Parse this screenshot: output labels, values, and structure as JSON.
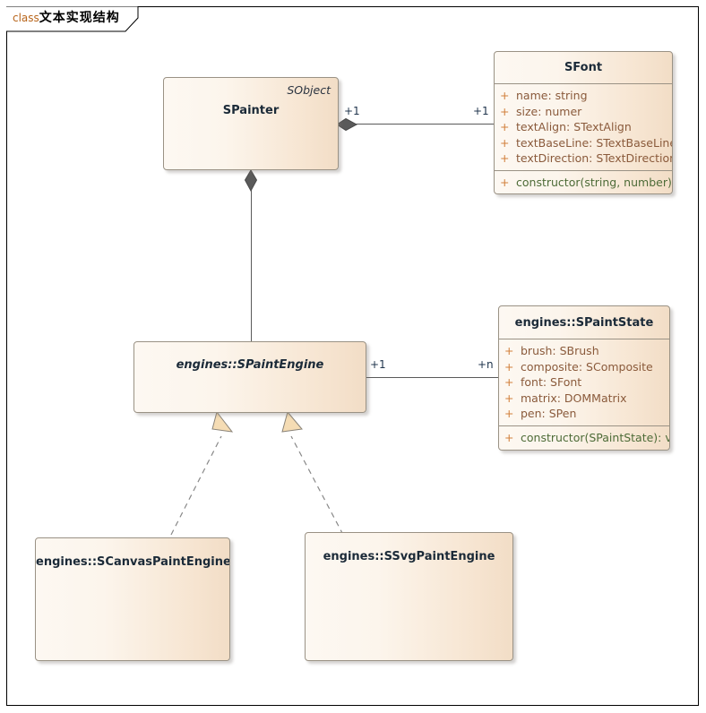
{
  "diagram": {
    "frame_label_keyword": "class",
    "frame_label_title": "文本实现结构"
  },
  "classes": {
    "spainter": {
      "name": "SPainter",
      "stereotype": "SObject",
      "attributes": [],
      "operations": []
    },
    "sfont": {
      "name": "SFont",
      "attributes": [
        {
          "visibility": "+",
          "text": "name: string"
        },
        {
          "visibility": "+",
          "text": "size: numer"
        },
        {
          "visibility": "+",
          "text": "textAlign: STextAlign"
        },
        {
          "visibility": "+",
          "text": "textBaseLine: STextBaseLine"
        },
        {
          "visibility": "+",
          "text": "textDirection: STextDirection"
        }
      ],
      "operations": [
        {
          "visibility": "+",
          "text": "constructor(string, number): void"
        }
      ]
    },
    "spaintengine": {
      "name": "engines::SPaintEngine",
      "attributes": [],
      "operations": []
    },
    "spaintstate": {
      "name": "engines::SPaintState",
      "attributes": [
        {
          "visibility": "+",
          "text": "brush: SBrush"
        },
        {
          "visibility": "+",
          "text": "composite: SComposite"
        },
        {
          "visibility": "+",
          "text": "font: SFont"
        },
        {
          "visibility": "+",
          "text": "matrix: DOMMatrix"
        },
        {
          "visibility": "+",
          "text": "pen: SPen"
        }
      ],
      "operations": [
        {
          "visibility": "+",
          "text": "constructor(SPaintState): void"
        }
      ]
    },
    "scanvaspaintengine": {
      "name": "engines::SCanvasPaintEngine",
      "attributes": [],
      "operations": []
    },
    "ssvgpaintengine": {
      "name": "engines::SSvgPaintEngine",
      "attributes": [],
      "operations": []
    }
  },
  "relationships": {
    "painter_font": {
      "type": "composition",
      "source_multiplicity": "+1",
      "target_multiplicity": "+1"
    },
    "painter_engine": {
      "type": "composition",
      "source_multiplicity": "",
      "target_multiplicity": ""
    },
    "engine_state": {
      "type": "association",
      "source_multiplicity": "+1",
      "target_multiplicity": "+n"
    },
    "canvas_realizes_engine": {
      "type": "realization"
    },
    "svg_realizes_engine": {
      "type": "realization"
    }
  },
  "colors": {
    "box_fill_light": "#fdf8f2",
    "box_fill_dark": "#f2ddc6",
    "box_border": "#9a9285",
    "attribute_text": "#8a5a3b",
    "operation_text": "#4d6b37",
    "visibility_marker": "#d2803c",
    "class_name_text": "#1b2a38",
    "connector": "#5a5a5a",
    "multiplicity_text": "#20354d",
    "triangle_fill": "#f5dcb4",
    "frame_keyword": "#b8651b"
  }
}
